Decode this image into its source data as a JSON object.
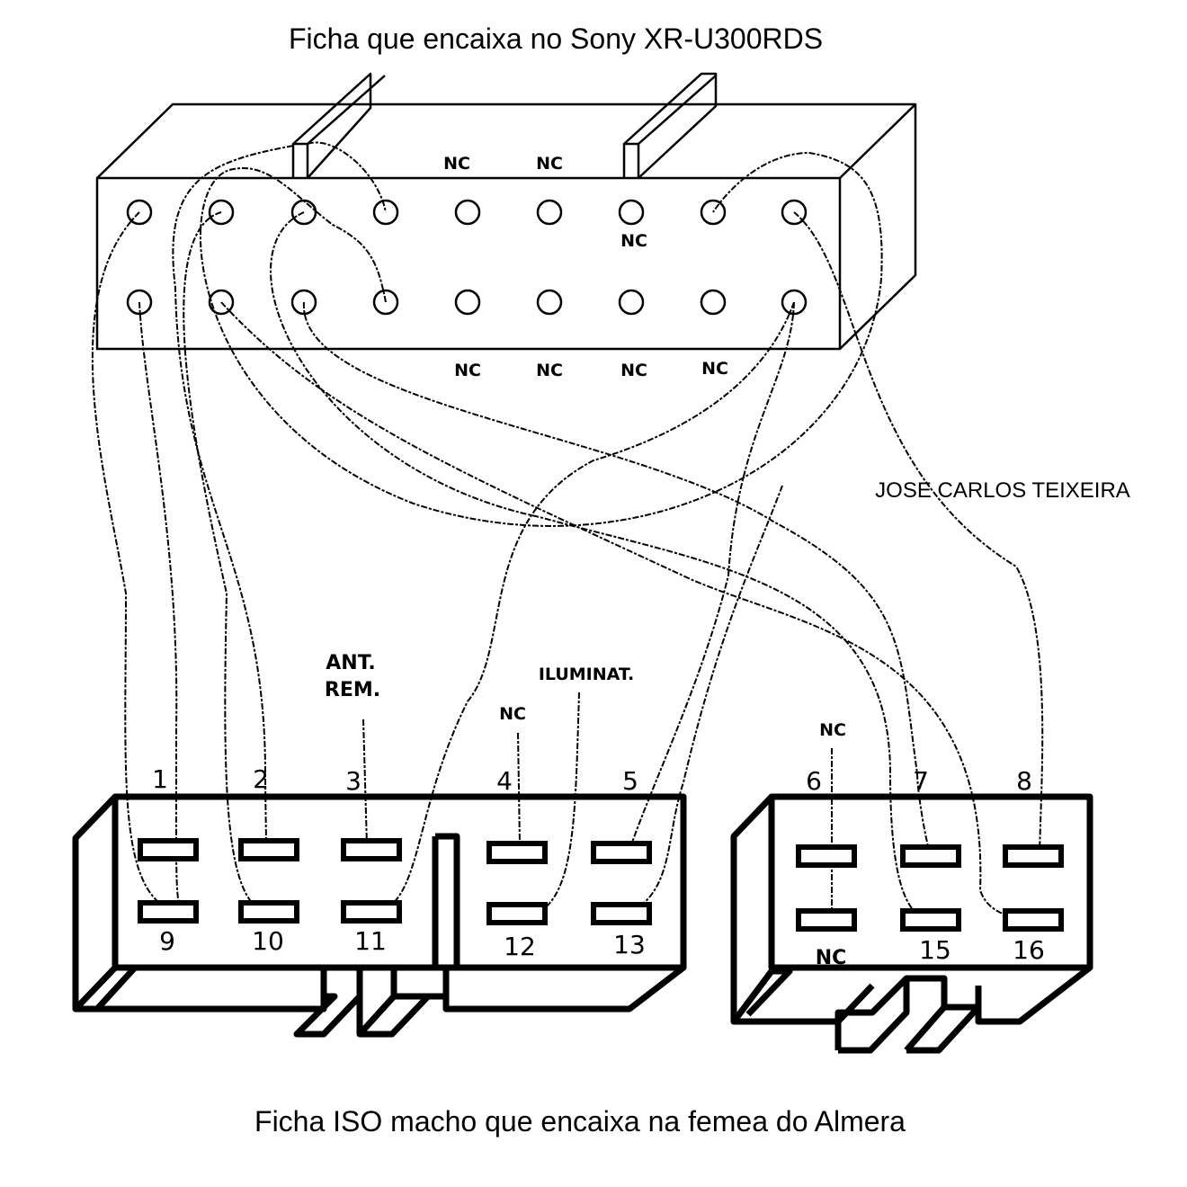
{
  "top_title": "Ficha que encaixa no Sony XR-U300RDS",
  "bottom_title": "Ficha ISO macho que encaixa na femea do Almera",
  "author": "JOSE CARLOS TEIXEIRA",
  "sony_connector": {
    "nc_label": "NC"
  },
  "iso_connector": {
    "labels": {
      "ant_rem_line1": "ANT.",
      "ant_rem_line2": "REM.",
      "iluminat": "ILUMINAT.",
      "nc": "NC"
    },
    "top_numbers": [
      "1",
      "2",
      "3",
      "4",
      "5",
      "6",
      "7",
      "8"
    ],
    "bottom_numbers": [
      "9",
      "10",
      "11",
      "12",
      "13",
      "NC",
      "15",
      "16"
    ]
  }
}
